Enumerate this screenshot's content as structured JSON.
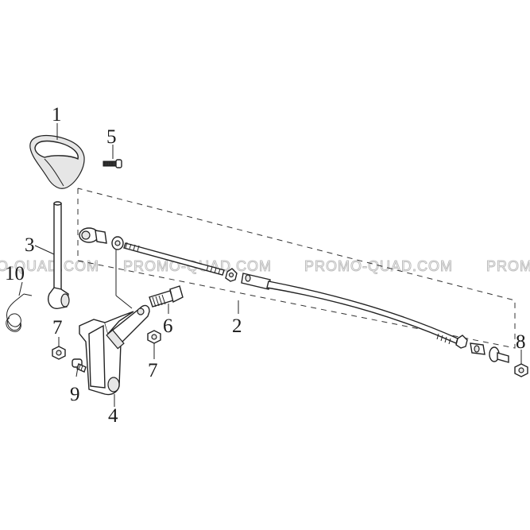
{
  "watermark": {
    "text": "PROMO-QUAD.COM",
    "text_partial_left": "O-QUAD.COM",
    "text_partial_right": "PROM"
  },
  "callouts": [
    {
      "id": "1",
      "label": "1"
    },
    {
      "id": "2",
      "label": "2"
    },
    {
      "id": "3",
      "label": "3"
    },
    {
      "id": "4",
      "label": "4"
    },
    {
      "id": "5",
      "label": "5"
    },
    {
      "id": "6",
      "label": "6"
    },
    {
      "id": "7a",
      "label": "7"
    },
    {
      "id": "7b",
      "label": "7"
    },
    {
      "id": "8",
      "label": "8"
    },
    {
      "id": "9",
      "label": "9"
    },
    {
      "id": "10",
      "label": "10"
    }
  ]
}
